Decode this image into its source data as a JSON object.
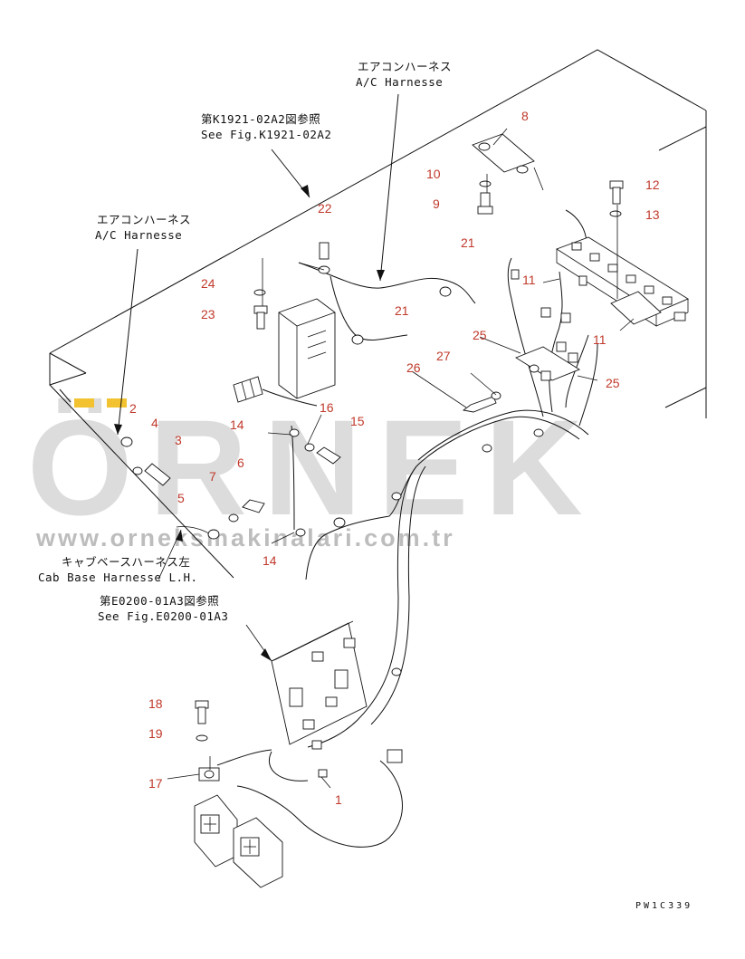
{
  "watermark": {
    "brand": "ÖRNEK",
    "url": "www.orneksmakinalari.com.tr"
  },
  "drawing_code": "PW1C339",
  "labels": {
    "ac_harness_top_jp": "エアコンハーネス",
    "ac_harness_top_en": "A/C Harnesse",
    "see_k1921_jp": "第K1921-02A2図参照",
    "see_k1921_en": "See Fig.K1921-02A2",
    "ac_harness_left_jp": "エアコンハーネス",
    "ac_harness_left_en": "A/C Harnesse",
    "cab_base_jp": "キャブベースハーネス左",
    "cab_base_en": "Cab Base Harnesse L.H.",
    "see_e0200_jp": "第E0200-01A3図参照",
    "see_e0200_en": "See Fig.E0200-01A3"
  },
  "callouts": {
    "c1": "1",
    "c2": "2",
    "c3": "3",
    "c4": "4",
    "c5": "5",
    "c6": "6",
    "c7": "7",
    "c8": "8",
    "c9": "9",
    "c10": "10",
    "c11a": "11",
    "c11b": "11",
    "c12": "12",
    "c13": "13",
    "c14a": "14",
    "c14b": "14",
    "c15": "15",
    "c16": "16",
    "c17": "17",
    "c18": "18",
    "c19": "19",
    "c21a": "21",
    "c21b": "21",
    "c22": "22",
    "c23": "23",
    "c24": "24",
    "c25a": "25",
    "c25b": "25",
    "c26": "26",
    "c27": "27"
  },
  "colors": {
    "callout": "#c0392b",
    "line": "#111111",
    "watermark": "#dcdcdc",
    "watermark_accent": "#f2c230"
  }
}
